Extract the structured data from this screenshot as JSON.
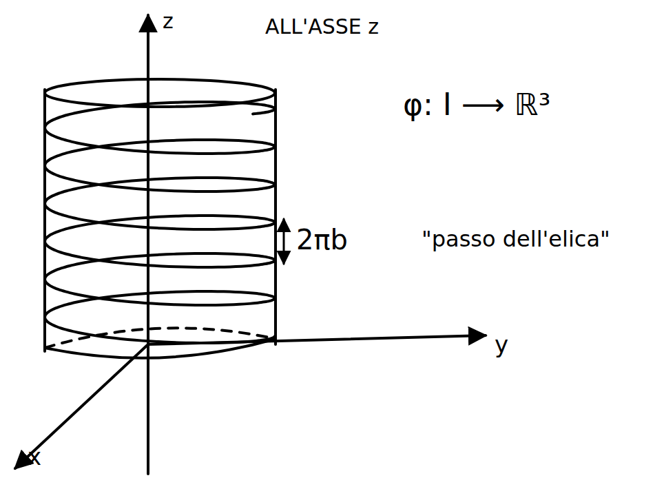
{
  "diagram": {
    "labels": [
      "z",
      "ALL'ASSE z",
      "φ: I ⟶ ℝ³",
      "2πb",
      "\"passo dell'elica\"",
      "y",
      "x"
    ]
  }
}
